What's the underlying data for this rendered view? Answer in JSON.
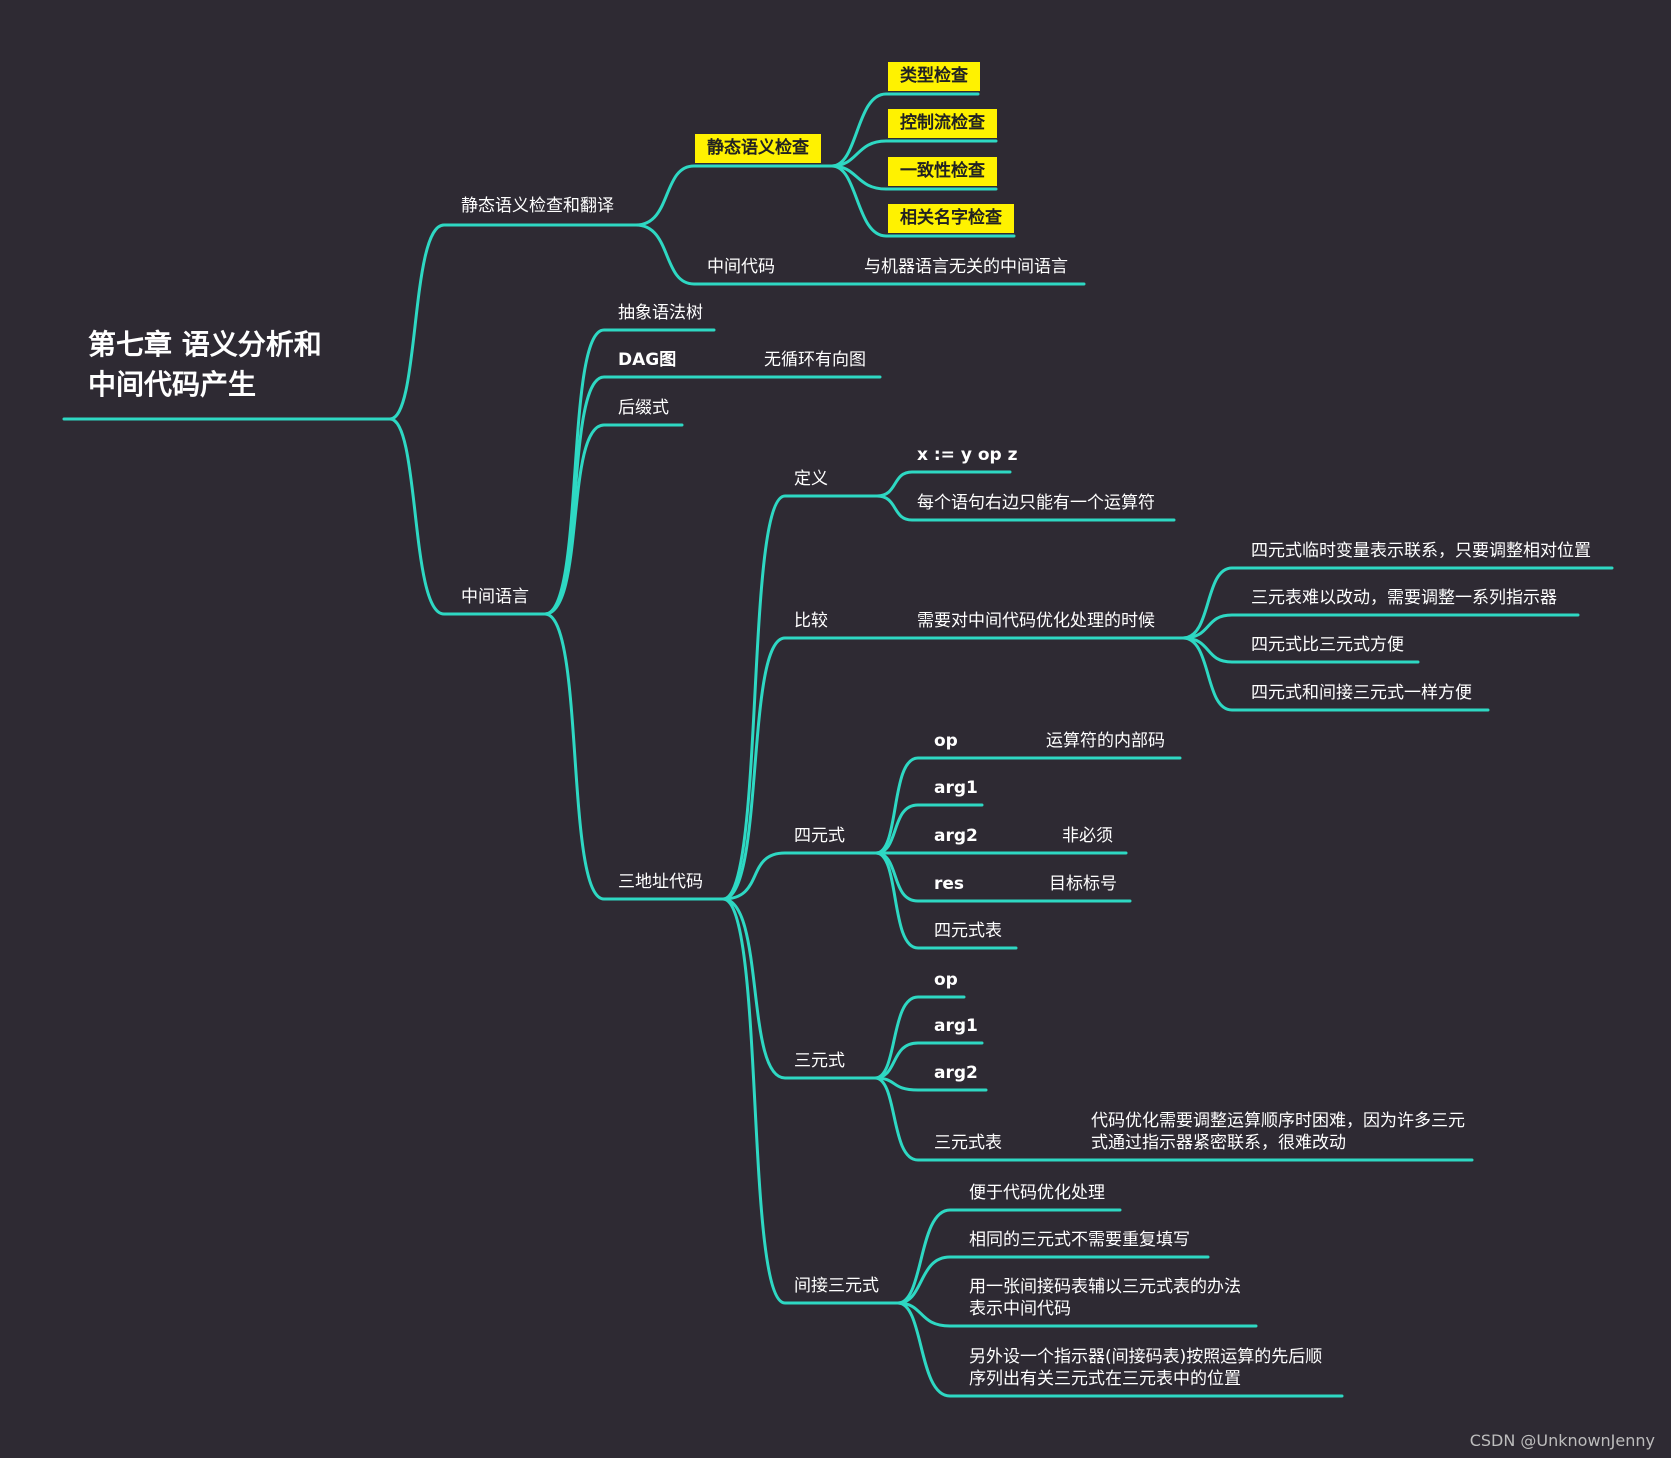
{
  "colors": {
    "background": "#2e2a33",
    "connector": "#2ed8c3",
    "highlight": "#fff200",
    "text": "#ffffff"
  },
  "root": {
    "label": "第七章 语义分析和中间代码产生"
  },
  "nodes": {
    "static_check_translate": "静态语义检查和翻译",
    "static_check": "静态语义检查",
    "type_check": "类型检查",
    "control_flow_check": "控制流检查",
    "consistency_check": "一致性检查",
    "related_name_check": "相关名字检查",
    "intermediate_code": "中间代码",
    "intermediate_code_desc": "与机器语言无关的中间语言",
    "intermediate_language": "中间语言",
    "ast": "抽象语法树",
    "dag": "DAG图",
    "dag_desc": "无循环有向图",
    "postfix": "后缀式",
    "three_address_code": "三地址代码",
    "definition": "定义",
    "def_form": "x := y op z",
    "def_rule": "每个语句右边只能有一个运算符",
    "comparison": "比较",
    "comparison_when": "需要对中间代码优化处理的时候",
    "cmp_1": "四元式临时变量表示联系，只要调整相对位置",
    "cmp_2": "三元表难以改动，需要调整一系列指示器",
    "cmp_3": "四元式比三元式方便",
    "cmp_4": "四元式和间接三元式一样方便",
    "quadruple": "四元式",
    "q_op": "op",
    "q_op_desc": "运算符的内部码",
    "q_arg1": "arg1",
    "q_arg2": "arg2",
    "q_arg2_desc": "非必须",
    "q_res": "res",
    "q_res_desc": "目标标号",
    "q_table": "四元式表",
    "triple": "三元式",
    "t_op": "op",
    "t_arg1": "arg1",
    "t_arg2": "arg2",
    "t_table": "三元式表",
    "t_table_desc": "代码优化需要调整运算顺序时困难，因为许多三元式通过指示器紧密联系，很难改动",
    "indirect_triple": "间接三元式",
    "it_1": "便于代码优化处理",
    "it_2": "相同的三元式不需要重复填写",
    "it_3": "用一张间接码表辅以三元式表的办法表示中间代码",
    "it_4": "另外设一个指示器(间接码表)按照运算的先后顺序列出有关三元式在三元表中的位置"
  },
  "watermark": "CSDN @UnknownJenny"
}
